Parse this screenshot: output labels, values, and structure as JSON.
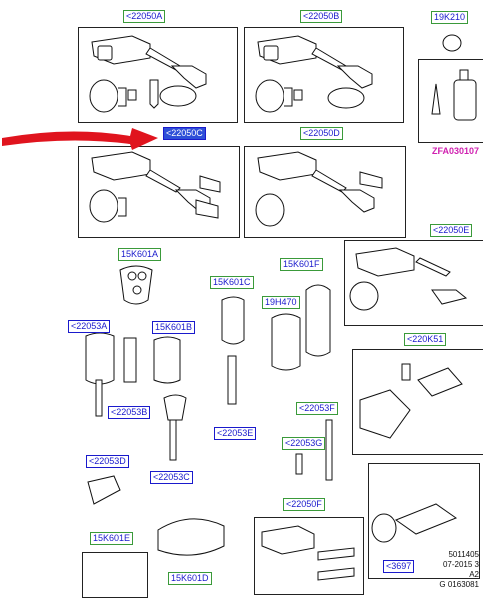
{
  "parts": {
    "p22050A": "<22050A",
    "p22050B": "<22050B",
    "p19K210": "19K210",
    "p22050C": "<22050C",
    "p22050D": "<22050D",
    "pZFA": "ZFA030107",
    "p22050E": "<22050E",
    "p15K601A": "15K601A",
    "p15K601C": "15K601C",
    "p15K601F": "15K601F",
    "p19H470": "19H470",
    "p22053A": "<22053A",
    "p15K601B": "15K601B",
    "p220K51": "<220K51",
    "p22053B": "<22053B",
    "p22053F": "<22053F",
    "p22053E": "<22053E",
    "p22053G": "<22053G",
    "p22053D": "<22053D",
    "p22053C": "<22053C",
    "p22050F": "<22050F",
    "p15K601E": "15K601E",
    "p15K601D": "15K601D",
    "p3697": "<3697"
  },
  "footer": {
    "line1": "5011405",
    "line2": "07-2015 3",
    "line3": "A2",
    "line4": "G 0163081"
  },
  "colors": {
    "arrow": "#e0141e",
    "label_border": "#3a9a3a",
    "label_text": "#1a1acc",
    "selected_bg": "#2e4fd8",
    "ref_text": "#d020b0"
  }
}
